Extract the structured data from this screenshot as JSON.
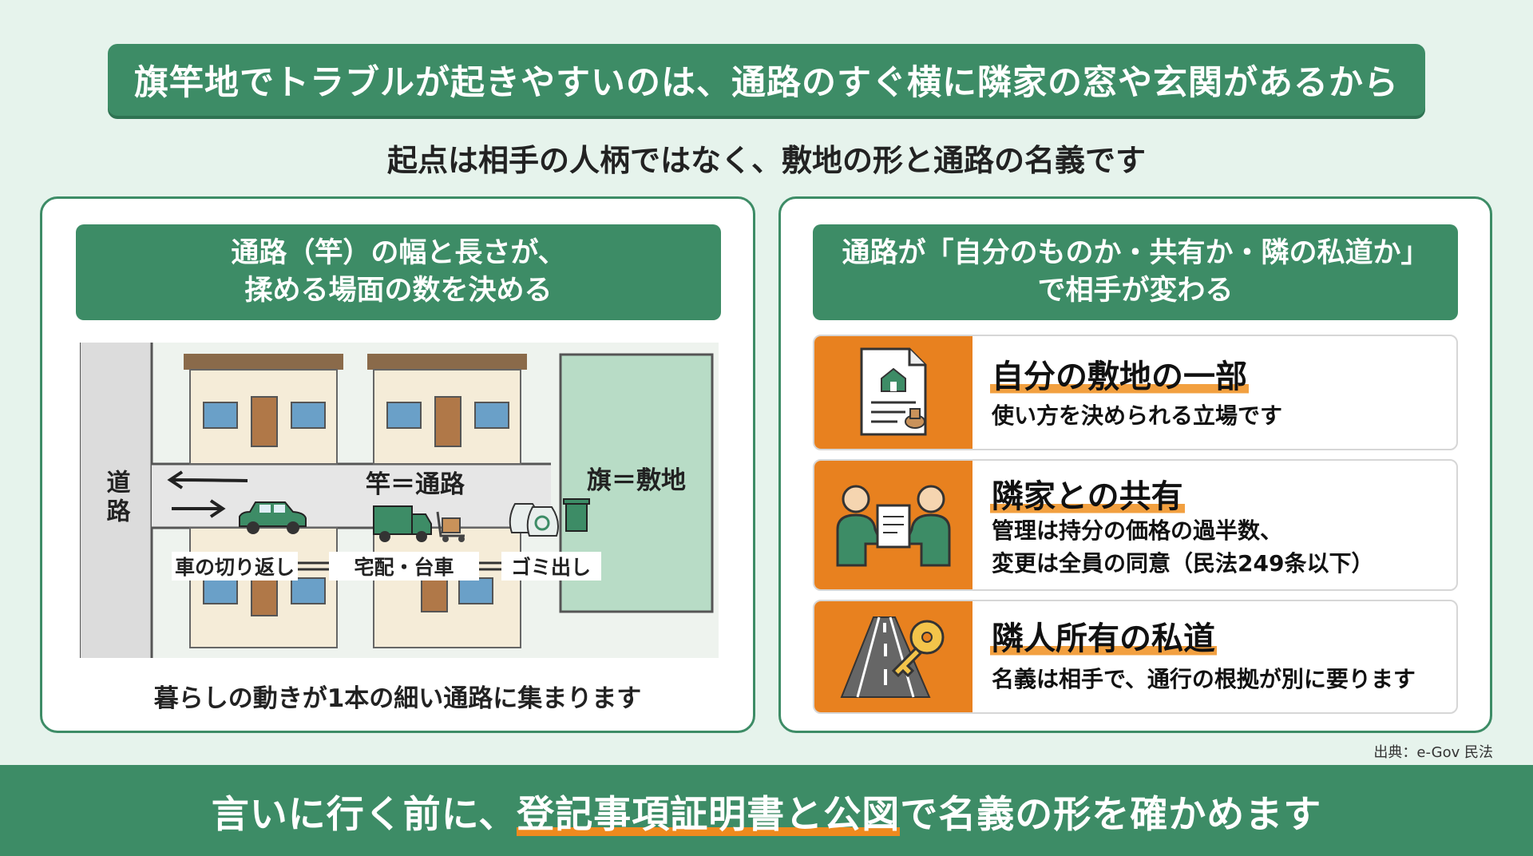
{
  "title": "旗竿地でトラブルが起きやすいのは、通路のすぐ横に隣家の窓や玄関があるから",
  "subtitle": "起点は相手の人柄ではなく、敷地の形と通路の名義です",
  "left_panel": {
    "header_line1": "通路（竿）の幅と長さが、",
    "header_line2": "揉める場面の数を決める",
    "map": {
      "road_label": "道路",
      "pole_label": "竿＝通路",
      "flag_label": "旗＝敷地",
      "activities": [
        "車の切り返し",
        "宅配・台車",
        "ゴミ出し"
      ]
    },
    "caption": "暮らしの動きが1本の細い通路に集まります"
  },
  "right_panel": {
    "header_line1": "通路が「自分のものか・共有か・隣の私道か」",
    "header_line2": "で相手が変わる",
    "cards": [
      {
        "icon": "deed-document-icon",
        "title": "自分の敷地の一部",
        "body": [
          "使い方を決められる立場です"
        ]
      },
      {
        "icon": "handshake-document-icon",
        "title": "隣家との共有",
        "body": [
          "管理は持分の価格の過半数、",
          "変更は全員の同意（民法249条以下）"
        ]
      },
      {
        "icon": "road-key-icon",
        "title": "隣人所有の私道",
        "body": [
          "名義は相手で、通行の根拠が別に要ります"
        ]
      }
    ]
  },
  "source": "出典：e-Gov 民法",
  "bottom": {
    "pre": "言いに行く前に、",
    "highlight": "登記事項証明書と公図",
    "post": "で名義の形を確かめます"
  },
  "colors": {
    "green": "#3d8c66",
    "orange": "#e8811f",
    "light_green": "#b8dcc6",
    "background": "#e6f3ec"
  }
}
